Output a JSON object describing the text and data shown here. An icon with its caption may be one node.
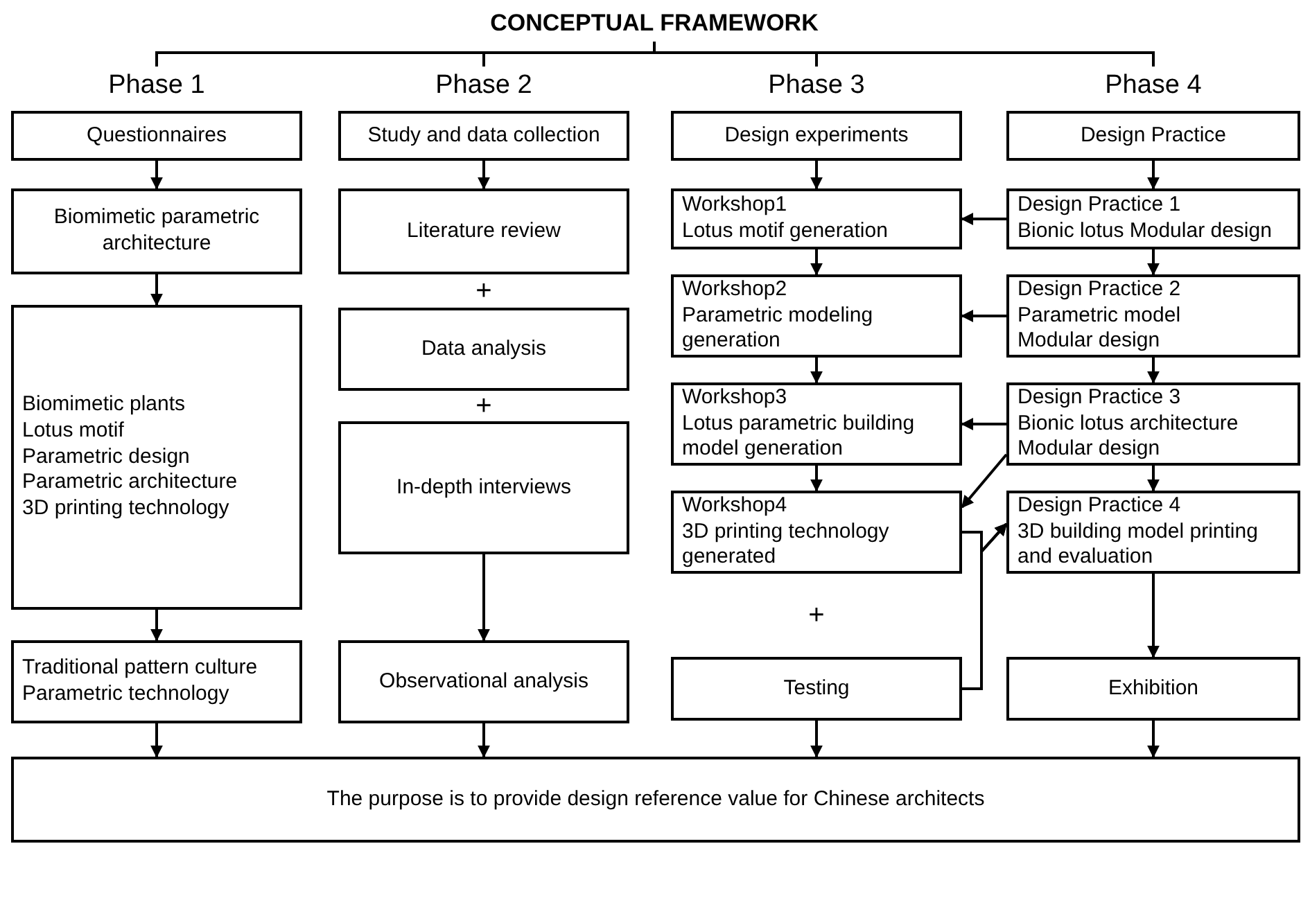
{
  "diagram": {
    "nodes": [
      {
        "text": [
          "CONCEPTUAL FRAMEWORK"
        ]
      },
      {
        "text": [
          "Phase 1"
        ]
      },
      {
        "text": [
          "Phase 2"
        ]
      },
      {
        "text": [
          "Phase 3"
        ]
      },
      {
        "text": [
          "Phase 4"
        ]
      },
      {
        "text": [
          "Questionnaires"
        ]
      },
      {
        "text": [
          "Biomimetic parametric architecture"
        ]
      },
      {
        "text": [
          "Biomimetic plants",
          "Lotus motif",
          "Parametric design",
          "Parametric architecture",
          "3D printing technology"
        ]
      },
      {
        "text": [
          "Traditional pattern culture",
          "Parametric technology"
        ]
      },
      {
        "text": [
          "Study and data collection"
        ]
      },
      {
        "text": [
          "Literature review"
        ]
      },
      {
        "text": [
          "Data analysis"
        ]
      },
      {
        "text": [
          "In-depth interviews"
        ]
      },
      {
        "text": [
          "Observational analysis"
        ]
      },
      {
        "text": [
          "Design experiments"
        ]
      },
      {
        "text": [
          "Workshop1",
          "Lotus motif generation"
        ]
      },
      {
        "text": [
          "Workshop2",
          "Parametric modeling generation"
        ]
      },
      {
        "text": [
          "Workshop3",
          "Lotus parametric building model generation"
        ]
      },
      {
        "text": [
          "Workshop4",
          "3D printing technology generated"
        ]
      },
      {
        "text": [
          "Testing"
        ]
      },
      {
        "text": [
          "Design Practice"
        ]
      },
      {
        "text": [
          "Design Practice 1",
          "Bionic lotus Modular design"
        ]
      },
      {
        "text": [
          "Design Practice 2",
          "Parametric model",
          "Modular design"
        ]
      },
      {
        "text": [
          "Design Practice 3",
          "Bionic lotus architecture",
          "Modular design"
        ]
      },
      {
        "text": [
          "Design Practice 4",
          "3D building model printing and evaluation"
        ]
      },
      {
        "text": [
          "Exhibition"
        ]
      },
      {
        "text": [
          "The purpose is to provide design reference value for Chinese architects"
        ]
      }
    ],
    "edges": [
      {
        "from": 0,
        "to": 1,
        "arrow": "none"
      },
      {
        "from": 0,
        "to": 2,
        "arrow": "none"
      },
      {
        "from": 0,
        "to": 3,
        "arrow": "none"
      },
      {
        "from": 0,
        "to": 4,
        "arrow": "none"
      },
      {
        "from": 5,
        "to": 6,
        "arrow": "to"
      },
      {
        "from": 6,
        "to": 7,
        "arrow": "to"
      },
      {
        "from": 7,
        "to": 8,
        "arrow": "to"
      },
      {
        "from": 8,
        "to": 26,
        "arrow": "to"
      },
      {
        "from": 9,
        "to": 10,
        "arrow": "to"
      },
      {
        "from": 12,
        "to": 13,
        "arrow": "to"
      },
      {
        "from": 13,
        "to": 26,
        "arrow": "to"
      },
      {
        "from": 14,
        "to": 15,
        "arrow": "to"
      },
      {
        "from": 15,
        "to": 16,
        "arrow": "to"
      },
      {
        "from": 16,
        "to": 17,
        "arrow": "to"
      },
      {
        "from": 17,
        "to": 18,
        "arrow": "to"
      },
      {
        "from": 19,
        "to": 26,
        "arrow": "to"
      },
      {
        "from": 20,
        "to": 21,
        "arrow": "to"
      },
      {
        "from": 21,
        "to": 22,
        "arrow": "to"
      },
      {
        "from": 22,
        "to": 23,
        "arrow": "to"
      },
      {
        "from": 23,
        "to": 24,
        "arrow": "to"
      },
      {
        "from": 24,
        "to": 25,
        "arrow": "to"
      },
      {
        "from": 25,
        "to": 26,
        "arrow": "to"
      },
      {
        "from": 21,
        "to": 15,
        "arrow": "to"
      },
      {
        "from": 22,
        "to": 16,
        "arrow": "to"
      },
      {
        "from": 23,
        "to": 17,
        "arrow": "to"
      },
      {
        "from": 23,
        "to": 18,
        "arrow": "to"
      },
      {
        "from": 18,
        "to": 24,
        "arrow": "to"
      },
      {
        "from": 19,
        "to": 24,
        "arrow": "to"
      }
    ],
    "labels": [
      "+",
      "+",
      "+"
    ]
  }
}
